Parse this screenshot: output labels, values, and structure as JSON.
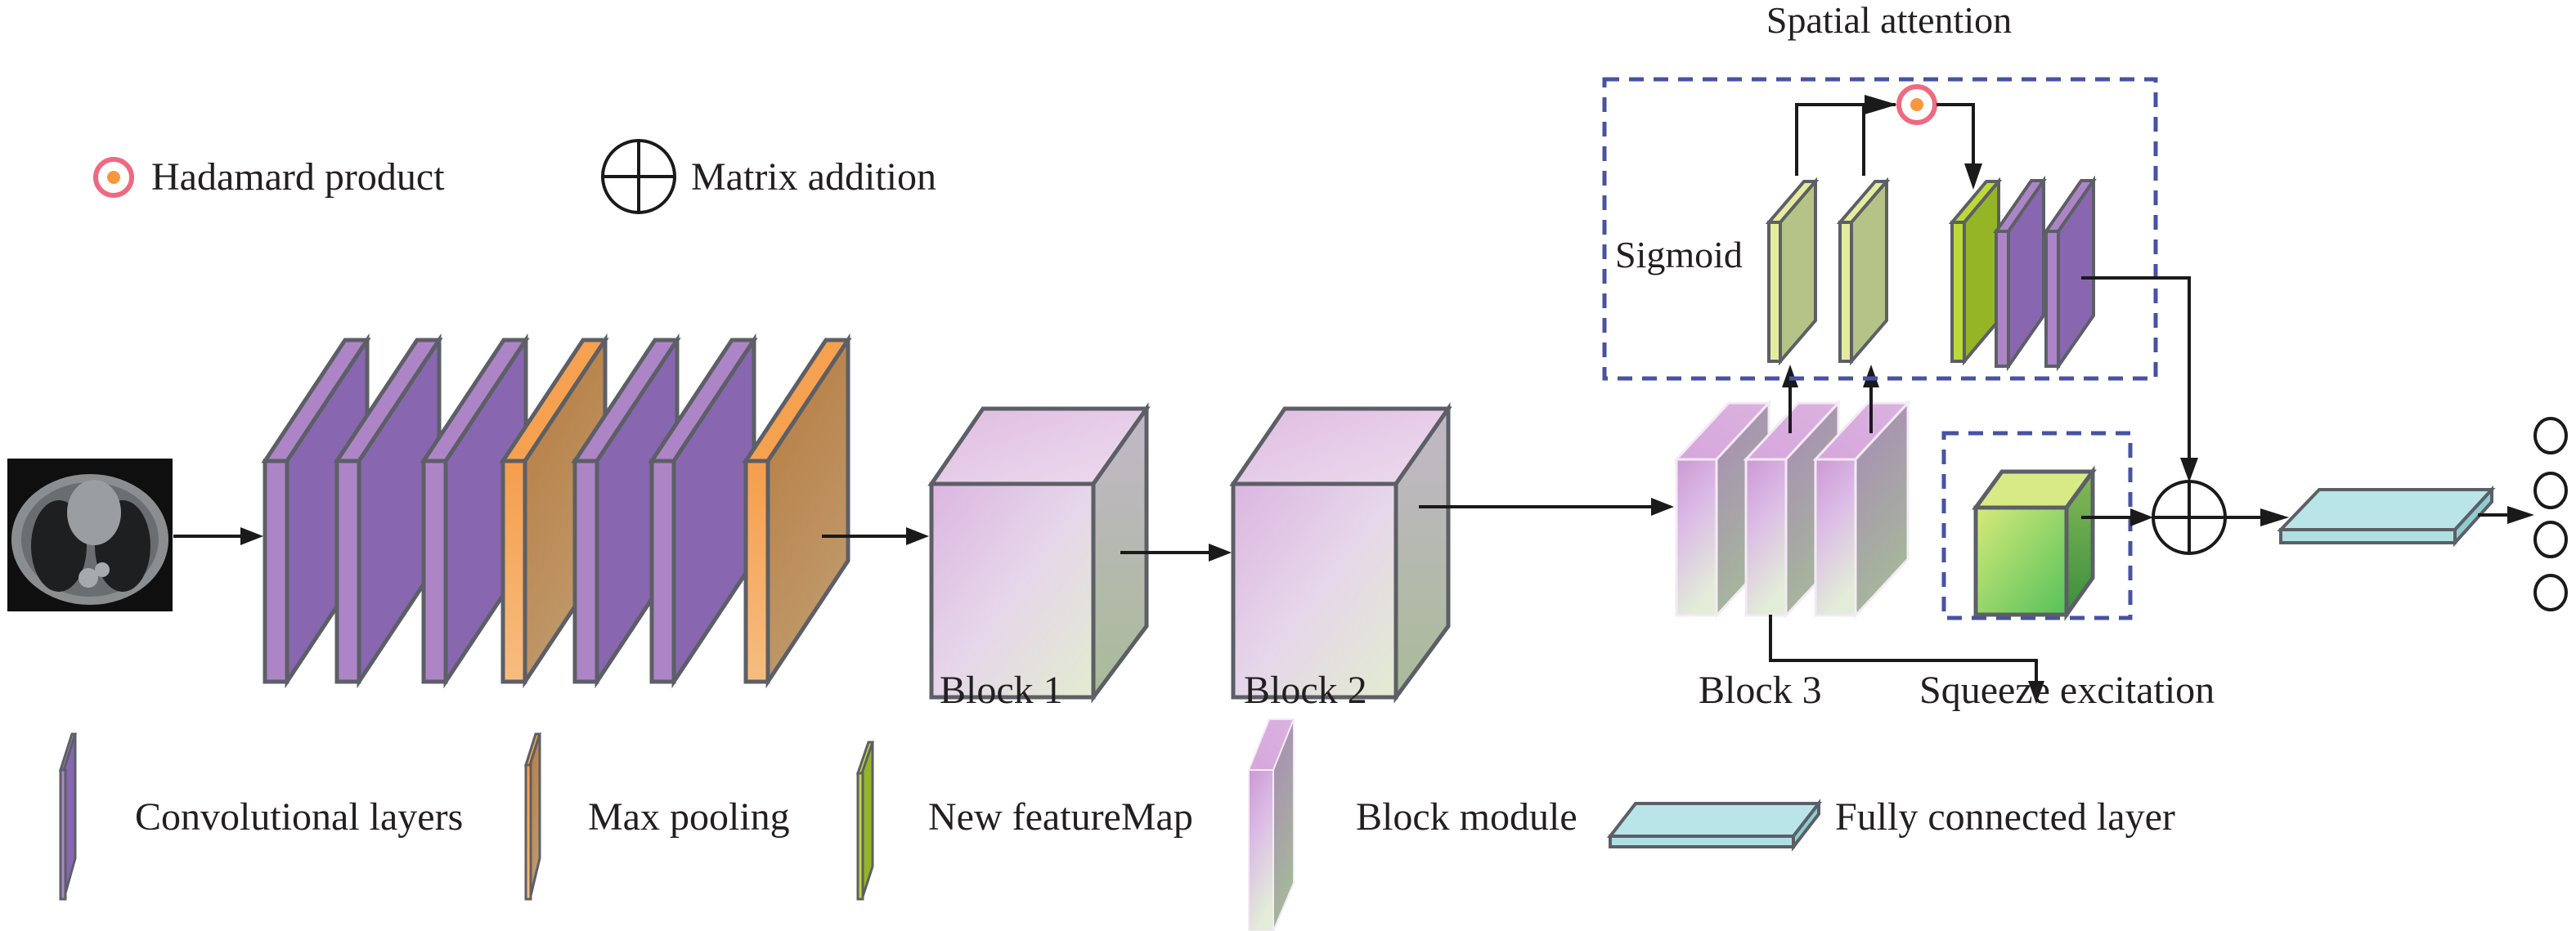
{
  "diagram": {
    "title_spatial_attention": "Spatial attention",
    "sigmoid_label": "Sigmoid",
    "input": {
      "name": "CT scan image"
    },
    "stage_labels": {
      "block1": "Block 1",
      "block2": "Block 2",
      "block3": "Block 3",
      "squeeze": "Squeeze excitation"
    },
    "symbols": {
      "hadamard": "Hadamard product",
      "matrix_addition": "Matrix addition"
    },
    "feature_stack": [
      "conv",
      "conv",
      "conv",
      "pool",
      "conv",
      "conv",
      "pool"
    ],
    "output_nodes": 4,
    "legend": [
      {
        "key": "conv",
        "label": "Convolutional layers"
      },
      {
        "key": "pool",
        "label": "Max pooling"
      },
      {
        "key": "newmap",
        "label": "New featureMap"
      },
      {
        "key": "block",
        "label": "Block module"
      },
      {
        "key": "fc",
        "label": "Fully connected layer"
      }
    ],
    "colors": {
      "conv_front": "#ad85c7",
      "conv_side": "#8866b0",
      "pool_front": "#f6a14f",
      "pool_side": "#b88050",
      "newmap_front": "#bcd83a",
      "newmap_side": "#95b526",
      "sigmoid_front": "#e4ec9e",
      "sigmoid_side": "#b5c486",
      "fc": "#b9e5e8",
      "dashed_box": "#4752a3",
      "hadamard_ring": "#ee6a80",
      "hadamard_dot": "#f7973d",
      "stroke": "#5c5f66",
      "line": "#1a1a1a"
    }
  }
}
